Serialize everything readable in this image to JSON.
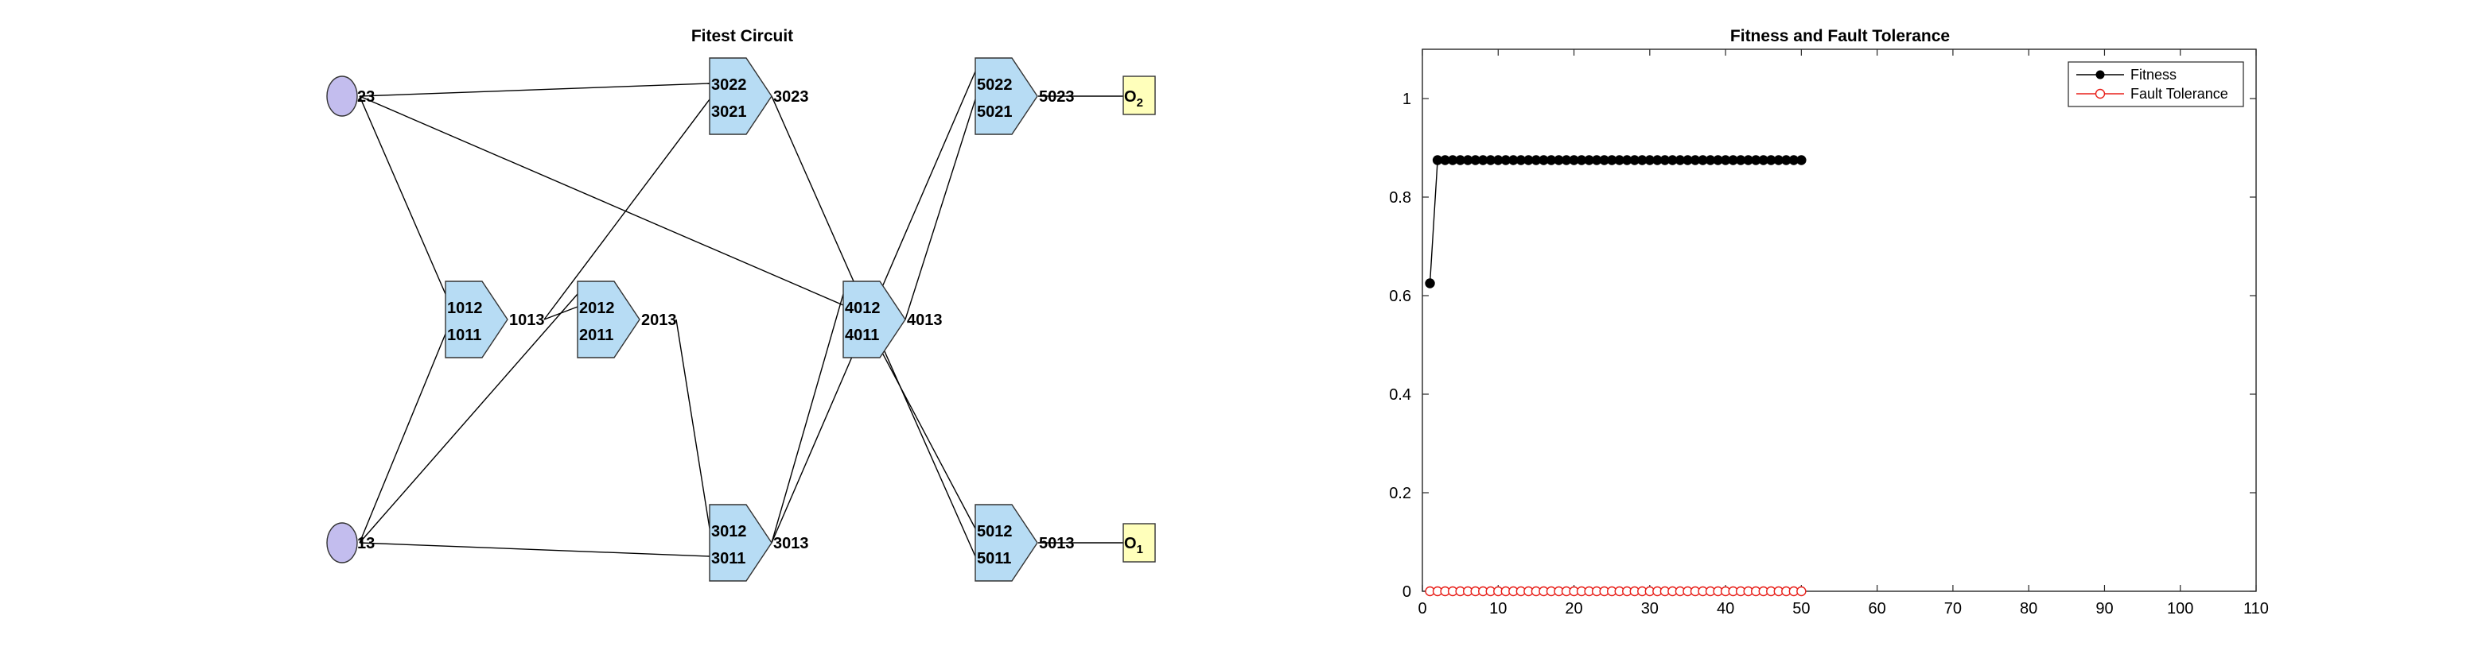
{
  "circuit": {
    "title": "Fitest Circuit",
    "inputs": [
      {
        "id": "in23",
        "label": "23"
      },
      {
        "id": "in13",
        "label": "13"
      }
    ],
    "gates": [
      {
        "id": "g1",
        "in_top": "1012",
        "in_bottom": "1011",
        "out": "1013"
      },
      {
        "id": "g2",
        "in_top": "2012",
        "in_bottom": "2011",
        "out": "2013"
      },
      {
        "id": "g3a",
        "in_top": "3022",
        "in_bottom": "3021",
        "out": "3023"
      },
      {
        "id": "g3b",
        "in_top": "3012",
        "in_bottom": "3011",
        "out": "3013"
      },
      {
        "id": "g4",
        "in_top": "4012",
        "in_bottom": "4011",
        "out": "4013"
      },
      {
        "id": "g5a",
        "in_top": "5022",
        "in_bottom": "5021",
        "out": "5023"
      },
      {
        "id": "g5b",
        "in_top": "5012",
        "in_bottom": "5011",
        "out": "5013"
      }
    ],
    "outputs": [
      {
        "id": "o2",
        "label": "O",
        "sub": "2"
      },
      {
        "id": "o1",
        "label": "O",
        "sub": "1"
      }
    ],
    "colors": {
      "gate_fill": "#b7dcf4",
      "input_fill": "#c3bdee",
      "output_fill": "#ffffbb"
    }
  },
  "chart_data": {
    "type": "line",
    "title": "Fitness and Fault Tolerance",
    "xlim": [
      0,
      110
    ],
    "ylim": [
      0,
      1.1
    ],
    "xticks": [
      0,
      10,
      20,
      30,
      40,
      50,
      60,
      70,
      80,
      90,
      100,
      110
    ],
    "yticks": [
      0,
      0.2,
      0.4,
      0.6,
      0.8,
      1
    ],
    "ytick_labels": [
      "0",
      "0.2",
      "0.4",
      "0.6",
      "0.8",
      "1"
    ],
    "legend_position": "top-right",
    "grid": false,
    "x": [
      1,
      2,
      3,
      4,
      5,
      6,
      7,
      8,
      9,
      10,
      11,
      12,
      13,
      14,
      15,
      16,
      17,
      18,
      19,
      20,
      21,
      22,
      23,
      24,
      25,
      26,
      27,
      28,
      29,
      30,
      31,
      32,
      33,
      34,
      35,
      36,
      37,
      38,
      39,
      40,
      41,
      42,
      43,
      44,
      45,
      46,
      47,
      48,
      49,
      50
    ],
    "series": [
      {
        "name": "Fitness",
        "color": "#000000",
        "marker": "filled-circle",
        "values": [
          0.625,
          0.875,
          0.875,
          0.875,
          0.875,
          0.875,
          0.875,
          0.875,
          0.875,
          0.875,
          0.875,
          0.875,
          0.875,
          0.875,
          0.875,
          0.875,
          0.875,
          0.875,
          0.875,
          0.875,
          0.875,
          0.875,
          0.875,
          0.875,
          0.875,
          0.875,
          0.875,
          0.875,
          0.875,
          0.875,
          0.875,
          0.875,
          0.875,
          0.875,
          0.875,
          0.875,
          0.875,
          0.875,
          0.875,
          0.875,
          0.875,
          0.875,
          0.875,
          0.875,
          0.875,
          0.875,
          0.875,
          0.875,
          0.875,
          0.875
        ]
      },
      {
        "name": "Fault Tolerance",
        "color": "#e8201a",
        "marker": "open-circle",
        "values": [
          0,
          0,
          0,
          0,
          0,
          0,
          0,
          0,
          0,
          0,
          0,
          0,
          0,
          0,
          0,
          0,
          0,
          0,
          0,
          0,
          0,
          0,
          0,
          0,
          0,
          0,
          0,
          0,
          0,
          0,
          0,
          0,
          0,
          0,
          0,
          0,
          0,
          0,
          0,
          0,
          0,
          0,
          0,
          0,
          0,
          0,
          0,
          0,
          0,
          0
        ]
      }
    ]
  }
}
